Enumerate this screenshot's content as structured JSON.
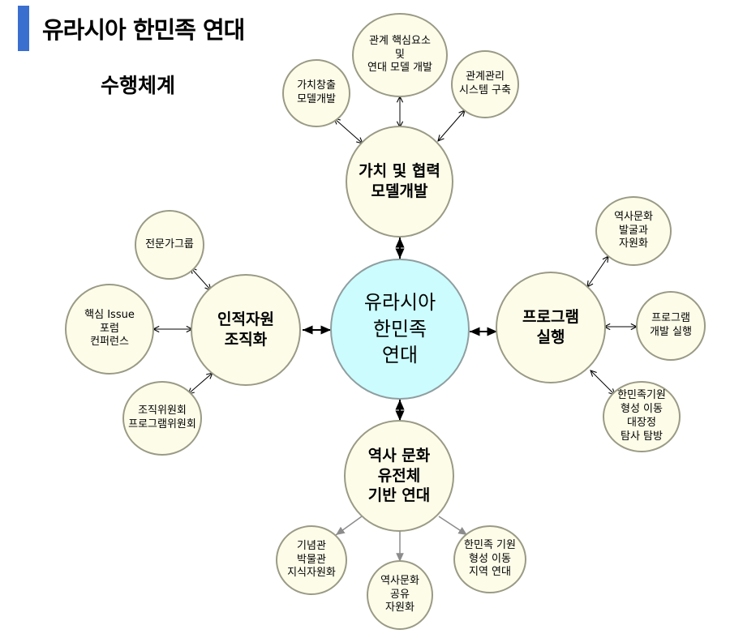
{
  "header": {
    "title": "유라시아 한민족 연대",
    "subtitle": "수행체계"
  },
  "center": "유라시아\n한민족\n연대",
  "hubs": {
    "value": "가치 및 협력\n모델개발",
    "program": "프로그램\n실행",
    "history": "역사 문화\n유전체\n기반 연대",
    "human": "인적자원\n조직화"
  },
  "leaves": {
    "value_creation": "가치창출\n모델개발",
    "core_elements": "관계 핵심요소\n및\n연대 모델 개발",
    "relation_system": "관계관리\n시스템 구축",
    "heritage_resource": "역사문화\n발굴과\n자원화",
    "program_dev": "프로그램\n개발 실행",
    "origin_survey": "한민족기원\n형성 이동\n대장정\n탐사 탐방",
    "museum": "기념관\n박물관\n지식자원화",
    "shared_resource": "역사문화\n공유\n자원화",
    "origin_region": "한민족 기원\n형성 이동\n지역 연대",
    "expert_group": "전문가그룹",
    "issue_forum": "핵심 Issue\n포럼\n컨퍼런스",
    "committee": "조직위원회\n프로그램위원회"
  },
  "colors": {
    "node_fill": "#fdfce9",
    "center_fill": "#ccfcfd",
    "accent": "#3a6fd0",
    "gray_arrow": "#8c8c8c"
  }
}
